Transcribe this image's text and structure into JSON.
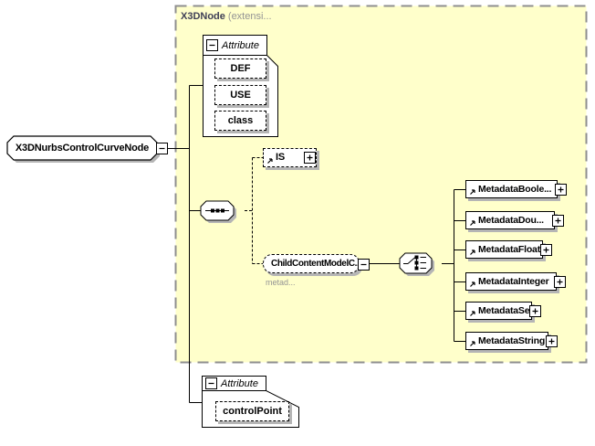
{
  "container": {
    "title": "X3DNode",
    "title_suffix": "(extensi..."
  },
  "root": {
    "label": "X3DNurbsControlCurveNode"
  },
  "attribute_group_top": {
    "label": "Attribute",
    "fields": [
      "DEF",
      "USE",
      "class"
    ]
  },
  "is_element": {
    "label": "IS"
  },
  "child_content": {
    "label": "ChildContentModelC...",
    "annotation": "metad..."
  },
  "metadata_elements": [
    "MetadataBoole...",
    "MetadataDou...",
    "MetadataFloat",
    "MetadataInteger",
    "MetadataSet",
    "MetadataString"
  ],
  "attribute_group_bottom": {
    "label": "Attribute",
    "fields": [
      "controlPoint"
    ]
  },
  "colors": {
    "container_fill": "#ffffcb",
    "container_border": "#8f8f8f",
    "shadow": "#b5b5b5",
    "gray_text": "#949494",
    "dark_label": "#3f3f56"
  }
}
